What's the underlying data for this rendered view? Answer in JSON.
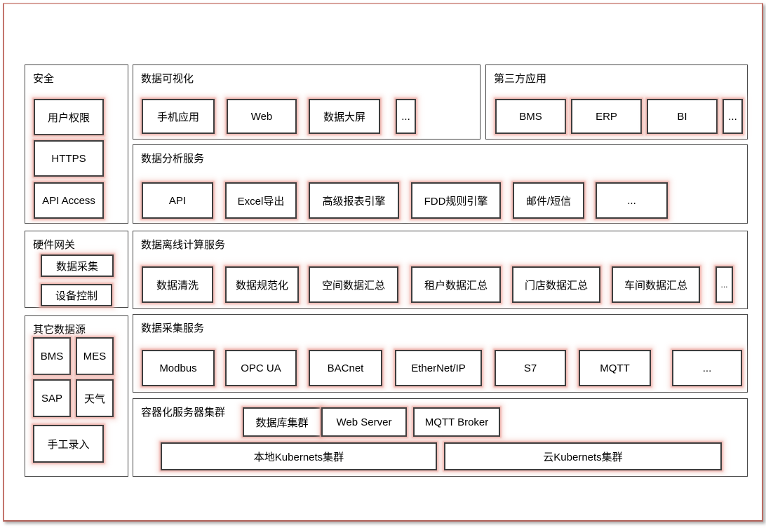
{
  "diagram_title": "",
  "colors": {
    "frame_border": "#b96a62",
    "group_border": "#464646",
    "node_border": "#3d3d3d",
    "node_glow": "#efb2aa",
    "background": "#ffffff",
    "text": "#000000"
  },
  "groups": {
    "security": {
      "title": "安全",
      "items": [
        "用户权限",
        "HTTPS",
        "API Access"
      ]
    },
    "visualization": {
      "title": "数据可视化",
      "items": [
        "手机应用",
        "Web",
        "数据大屏",
        "..."
      ]
    },
    "third_party": {
      "title": "第三方应用",
      "items": [
        "BMS",
        "ERP",
        "BI",
        "..."
      ]
    },
    "analysis": {
      "title": "数据分析服务",
      "items": [
        "API",
        "Excel导出",
        "高级报表引擎",
        "FDD规则引擎",
        "邮件/短信",
        "..."
      ]
    },
    "gateway": {
      "title": "硬件网关",
      "items": [
        "数据采集",
        "设备控制"
      ]
    },
    "offline": {
      "title": "数据离线计算服务",
      "items": [
        "数据清洗",
        "数据规范化",
        "空间数据汇总",
        "租户数据汇总",
        "门店数据汇总",
        "车间数据汇总",
        "..."
      ]
    },
    "other_sources": {
      "title": "其它数据源",
      "items": [
        "BMS",
        "MES",
        "SAP",
        "天气",
        "手工录入"
      ]
    },
    "collection": {
      "title": "数据采集服务",
      "items": [
        "Modbus",
        "OPC UA",
        "BACnet",
        "EtherNet/IP",
        "S7",
        "MQTT",
        "..."
      ]
    },
    "cluster": {
      "title": "容器化服务器集群",
      "items": [
        "数据库集群",
        "Web Server",
        "MQTT Broker",
        "本地Kubernets集群",
        "云Kubernets集群"
      ]
    }
  }
}
